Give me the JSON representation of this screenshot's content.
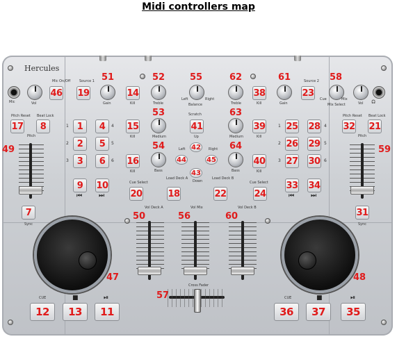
{
  "title": "Midi controllers map",
  "device": {
    "brand": "Hercules",
    "texts": {
      "mic": "Mic",
      "vol": "Vol",
      "mic_on_off": "Mic On/Off",
      "source1": "Source 1",
      "source2": "Source 2",
      "gain_l": "Gain",
      "gain_r": "Gain",
      "treble_l": "Treble",
      "treble_r": "Treble",
      "medium_l": "Medium",
      "medium_r": "Medium",
      "bass_l": "Bass",
      "bass_r": "Bass",
      "kill1": "Kill",
      "kill2": "Kill",
      "kill3": "Kill",
      "kill4": "Kill",
      "kill5": "Kill",
      "kill6": "Kill",
      "balance": "Balance",
      "left": "Left",
      "right": "Right",
      "scratch": "Scratch",
      "up": "Up",
      "down": "Down",
      "left2": "Left",
      "right2": "Right",
      "pitch_reset_l": "Pitch Reset",
      "beat_lock_l": "Beat Lock",
      "pitch_reset_r": "Pitch Reset",
      "beat_lock_r": "Beat Lock",
      "pitch_l": "Pitch",
      "pitch_r": "Pitch",
      "sync_l": "Sync",
      "sync_r": "Sync",
      "cue_select_l": "Cue Select",
      "cue_select_r": "Cue Select",
      "load_a": "Load Deck A",
      "load_b": "Load Deck B",
      "vol_a": "Vol Deck A",
      "vol_mix": "Vol Mix",
      "vol_b": "Vol Deck B",
      "cue_l": "CUE",
      "cue_r": "CUE",
      "cross": "Cross Fader",
      "mix_select": "Mix Select",
      "cue_mix": "Cue",
      "mix_lbl": "Mix"
    },
    "numbers": {
      "n1": "1",
      "n2": "2",
      "n3": "3",
      "n4": "4",
      "n5": "5",
      "n6": "6",
      "n7": "7",
      "n8": "8",
      "n9": "9",
      "n10": "10",
      "n11": "11",
      "n12": "12",
      "n13": "13",
      "n14": "14",
      "n15": "15",
      "n16": "16",
      "n17": "17",
      "n18": "18",
      "n19": "19",
      "n20": "20",
      "n21": "21",
      "n22": "22",
      "n23": "23",
      "n24": "24",
      "n25": "25",
      "n26": "26",
      "n27": "27",
      "n28": "28",
      "n29": "29",
      "n30": "30",
      "n31": "31",
      "n32": "32",
      "n33": "33",
      "n34": "34",
      "n35": "35",
      "n36": "36",
      "n37": "37",
      "n38": "38",
      "n39": "39",
      "n40": "40",
      "n41": "41",
      "n42": "42",
      "n43": "43",
      "n44": "44",
      "n45": "45",
      "n46": "46",
      "n47": "47",
      "n48": "48",
      "n49": "49",
      "n50": "50",
      "n51": "51",
      "n52": "52",
      "n53": "53",
      "n54": "54",
      "n55": "55",
      "n56": "56",
      "n57": "57",
      "n58": "58",
      "n59": "59",
      "n60": "60",
      "n61": "61",
      "n62": "62",
      "n63": "63",
      "n64": "64"
    },
    "pad_index": [
      "1",
      "2",
      "3",
      "4",
      "5",
      "6"
    ],
    "icons": {
      "prev": "⏮",
      "next": "⏭",
      "stop": "■",
      "play_pause": "⏯",
      "headphones": "🎧"
    }
  }
}
